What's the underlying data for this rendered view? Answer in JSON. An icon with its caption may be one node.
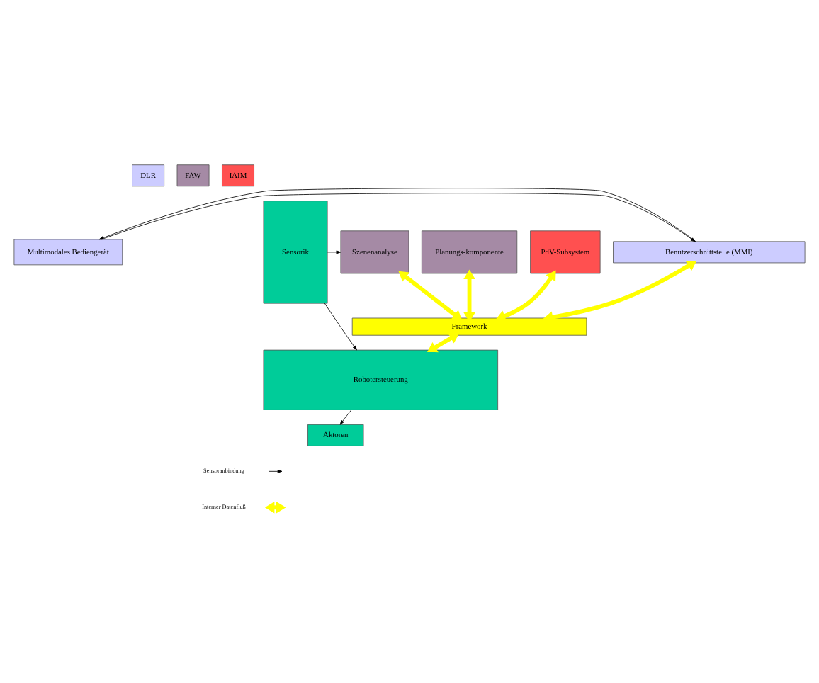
{
  "diagram": {
    "nodes": [
      {
        "text": [
          "Multimodales Bediengerät"
        ]
      },
      {
        "text": [
          "Benutzerschnittstelle (MMI)"
        ]
      },
      {
        "text": [
          "Sensorik"
        ]
      },
      {
        "text": [
          "Szenenanalyse"
        ]
      },
      {
        "text": [
          "Planungs-komponente"
        ]
      },
      {
        "text": [
          "PdV-Subsystem"
        ]
      },
      {
        "text": [
          "Framework"
        ]
      },
      {
        "text": [
          "Robotersteuerung"
        ]
      },
      {
        "text": [
          "Aktoren"
        ]
      }
    ],
    "edges": [
      {
        "from": 0,
        "to": 1,
        "arrow": "to"
      },
      {
        "from": 1,
        "to": 0,
        "arrow": "to"
      },
      {
        "from": 2,
        "to": 3,
        "arrow": "to"
      },
      {
        "from": 2,
        "to": 7,
        "arrow": "to"
      },
      {
        "from": 7,
        "to": 8,
        "arrow": "to"
      },
      {
        "from": 1,
        "to": 6,
        "arrow": "both",
        "style": "thick",
        "color": "#ffff00"
      },
      {
        "from": 3,
        "to": 6,
        "arrow": "both",
        "style": "thick",
        "color": "#ffff00"
      },
      {
        "from": 4,
        "to": 6,
        "arrow": "both",
        "style": "thick",
        "color": "#ffff00"
      },
      {
        "from": 5,
        "to": 6,
        "arrow": "both",
        "style": "thick",
        "color": "#ffff00"
      },
      {
        "from": 6,
        "to": 7,
        "arrow": "both",
        "style": "thick",
        "color": "#ffff00"
      }
    ],
    "legend": [
      {
        "text": "DLR",
        "color": "#ccccff"
      },
      {
        "text": "FAW",
        "color": "#a58aa5"
      },
      {
        "text": "IAIM",
        "color": "#ff5050"
      },
      {
        "text": "Sensoranbindung"
      },
      {
        "text": "Interner Datenfluß"
      }
    ]
  }
}
